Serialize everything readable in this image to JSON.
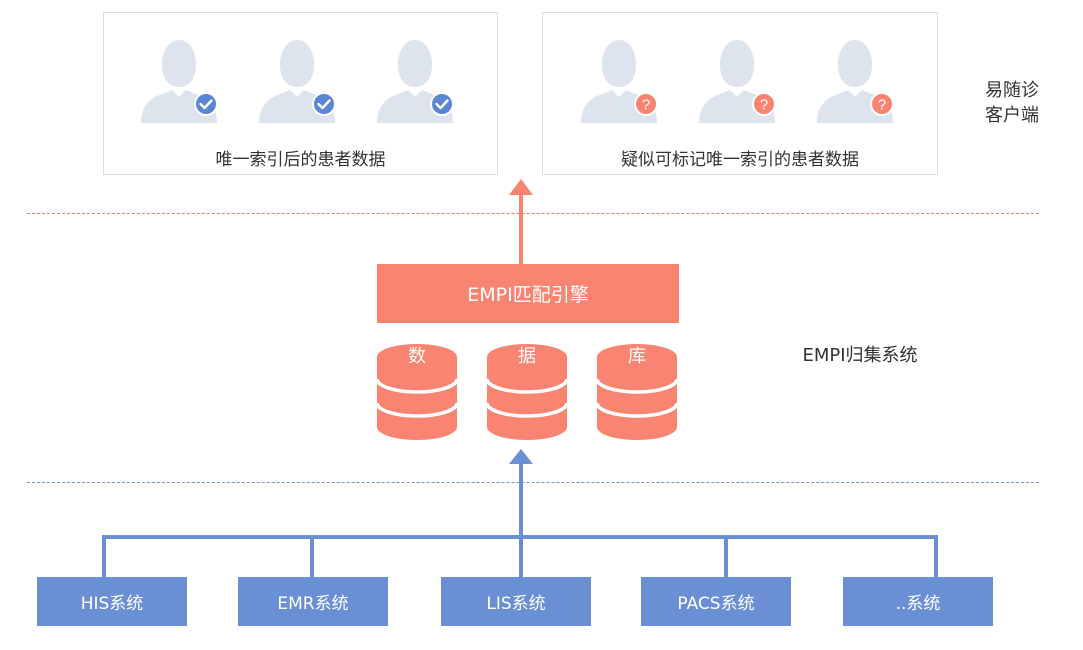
{
  "clients": {
    "left_caption": "唯一索引后的患者数据",
    "right_caption": "疑似可标记唯一索引的患者数据",
    "side_label_line1": "易随诊",
    "side_label_line2": "客户端",
    "left_badge_icon": "check-icon",
    "right_badge_icon": "question-icon",
    "question_mark": "?"
  },
  "engine": {
    "label": "EMPI匹配引擎",
    "database_labels": [
      "数",
      "据",
      "库"
    ],
    "system_label": "EMPI归集系统"
  },
  "sources": [
    "HIS系统",
    "EMR系统",
    "LIS系统",
    "PACS系统",
    "..系统"
  ],
  "colors": {
    "engine": "#f98471",
    "source": "#6a8fd4",
    "person": "#dde4ed",
    "check_badge": "#5b86d6",
    "question_badge": "#f98471"
  }
}
